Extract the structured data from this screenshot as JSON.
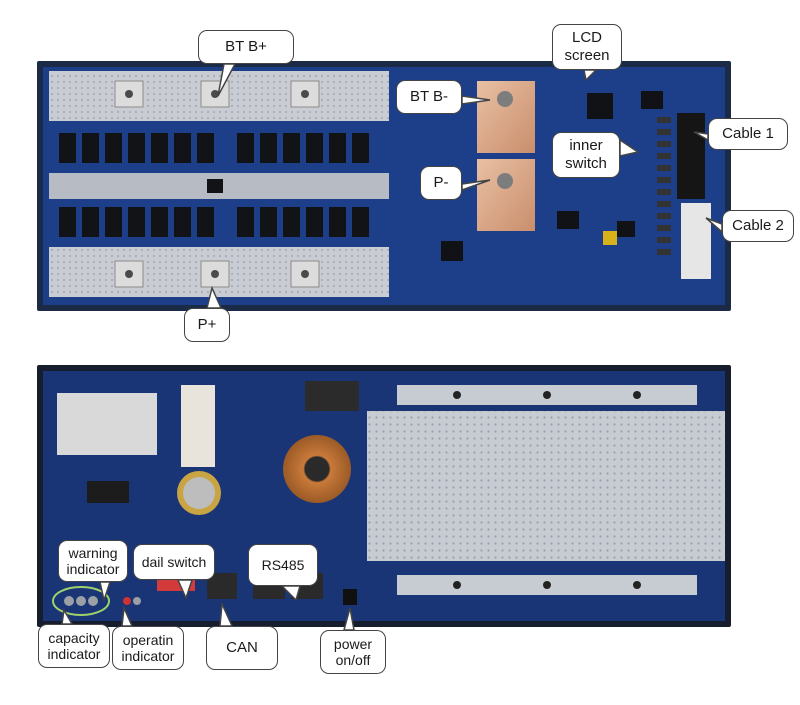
{
  "colors": {
    "pcb_top": "#1d3f8a",
    "pcb_bottom": "#1a3576",
    "background": "#ffffff",
    "callout_border": "#444444"
  },
  "top_board": {
    "labels": {
      "bt_b_plus": "BT B+",
      "bt_b_minus": "BT B-",
      "lcd_screen": "LCD\nscreen",
      "inner_switch": "inner\nswitch",
      "cable_1": "Cable 1",
      "cable_2": "Cable 2",
      "p_minus": "P-",
      "p_plus": "P+"
    }
  },
  "bottom_board": {
    "labels": {
      "warning_indicator": "warning\nindicator",
      "dail_switch": "dail switch",
      "rs485": "RS485",
      "capacity_indicator": "capacity\nindicator",
      "operatin_indicator": "operatin\nindicator",
      "can": "CAN",
      "power_on_off": "power\non/off"
    }
  }
}
